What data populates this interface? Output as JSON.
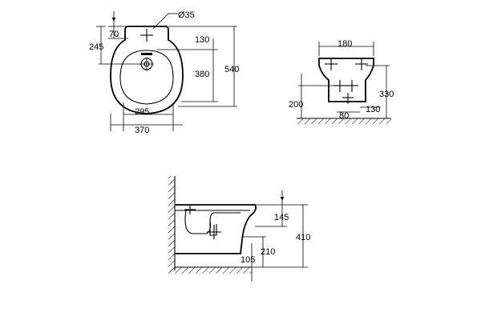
{
  "front_view": {
    "hole_diameter": "Ø35",
    "dim_70": "70",
    "dim_245": "245",
    "dim_130": "130",
    "dim_380": "380",
    "dim_540": "540",
    "dim_295": "295",
    "dim_370": "370"
  },
  "rear_view": {
    "dim_180": "180",
    "dim_200": "200",
    "dim_330": "330",
    "dim_80": "80",
    "dim_130": "130"
  },
  "side_view": {
    "dim_145": "145",
    "dim_410": "410",
    "dim_210": "210",
    "dim_105": "105"
  },
  "colors": {
    "ink": "#000000",
    "paper": "#ffffff"
  }
}
